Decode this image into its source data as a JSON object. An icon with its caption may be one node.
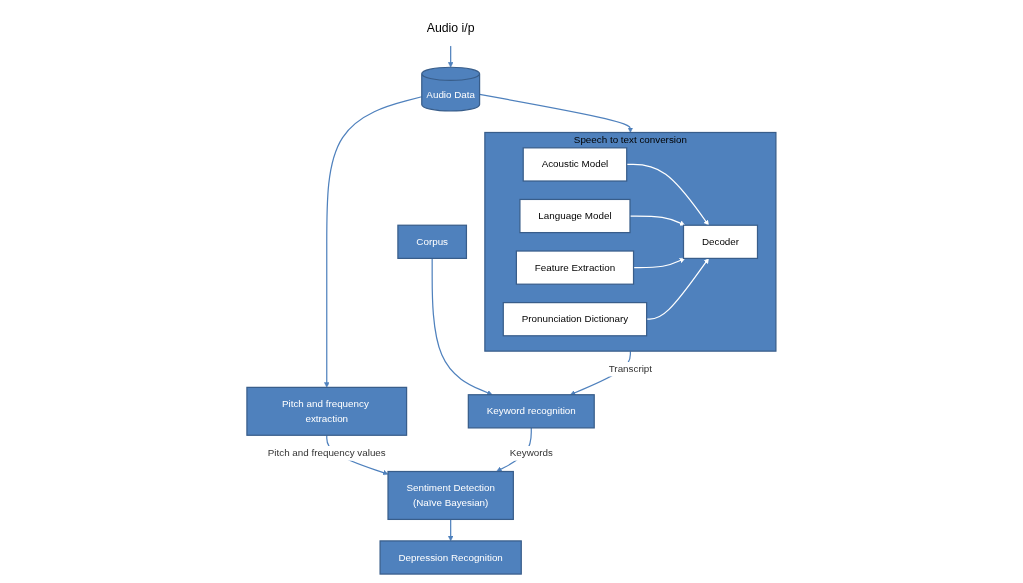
{
  "diagram": {
    "nodes": [
      {
        "text": [
          "Audio i/p"
        ]
      },
      {
        "text": [
          "Audio Data"
        ]
      },
      {
        "text": [
          "Pitch and frequency extraction"
        ]
      },
      {
        "text": [
          "Speech to text conversion"
        ]
      },
      {
        "text": [
          "Acoustic Model"
        ],
        "in": 3
      },
      {
        "text": [
          "Language Model"
        ],
        "in": 3
      },
      {
        "text": [
          "Feature Extraction"
        ],
        "in": 3
      },
      {
        "text": [
          "Decoder"
        ],
        "in": 3
      },
      {
        "text": [
          "Pronunciation Dictionary"
        ],
        "in": 3
      },
      {
        "text": [
          "Corpus"
        ]
      },
      {
        "text": [
          "Keyword recognition"
        ]
      },
      {
        "text": [
          "Sentiment Detection",
          "(Naïve Bayesian)"
        ]
      },
      {
        "text": [
          "Depression Recognition"
        ]
      }
    ],
    "edges": [
      {
        "from": 0,
        "to": 1,
        "arrow": "to"
      },
      {
        "from": 1,
        "to": 2,
        "arrow": "to"
      },
      {
        "from": 1,
        "to": 3,
        "arrow": "to"
      },
      {
        "from": 4,
        "to": 7,
        "arrow": "to",
        "color": "#ffffff"
      },
      {
        "from": 5,
        "to": 7,
        "arrow": "to",
        "color": "#ffffff"
      },
      {
        "from": 6,
        "to": 7,
        "arrow": "to",
        "color": "#ffffff"
      },
      {
        "from": 8,
        "to": 7,
        "arrow": "to",
        "color": "#ffffff"
      },
      {
        "from": 3,
        "to": 10,
        "label": "Transcript",
        "arrow": "to"
      },
      {
        "from": 2,
        "to": 11,
        "label": "Pitch and frequency values",
        "arrow": "to"
      },
      {
        "from": 9,
        "to": 10,
        "arrow": "to"
      },
      {
        "from": 10,
        "to": 11,
        "label": "Keywords",
        "arrow": "to"
      },
      {
        "from": 11,
        "to": 12,
        "arrow": "to"
      }
    ]
  }
}
